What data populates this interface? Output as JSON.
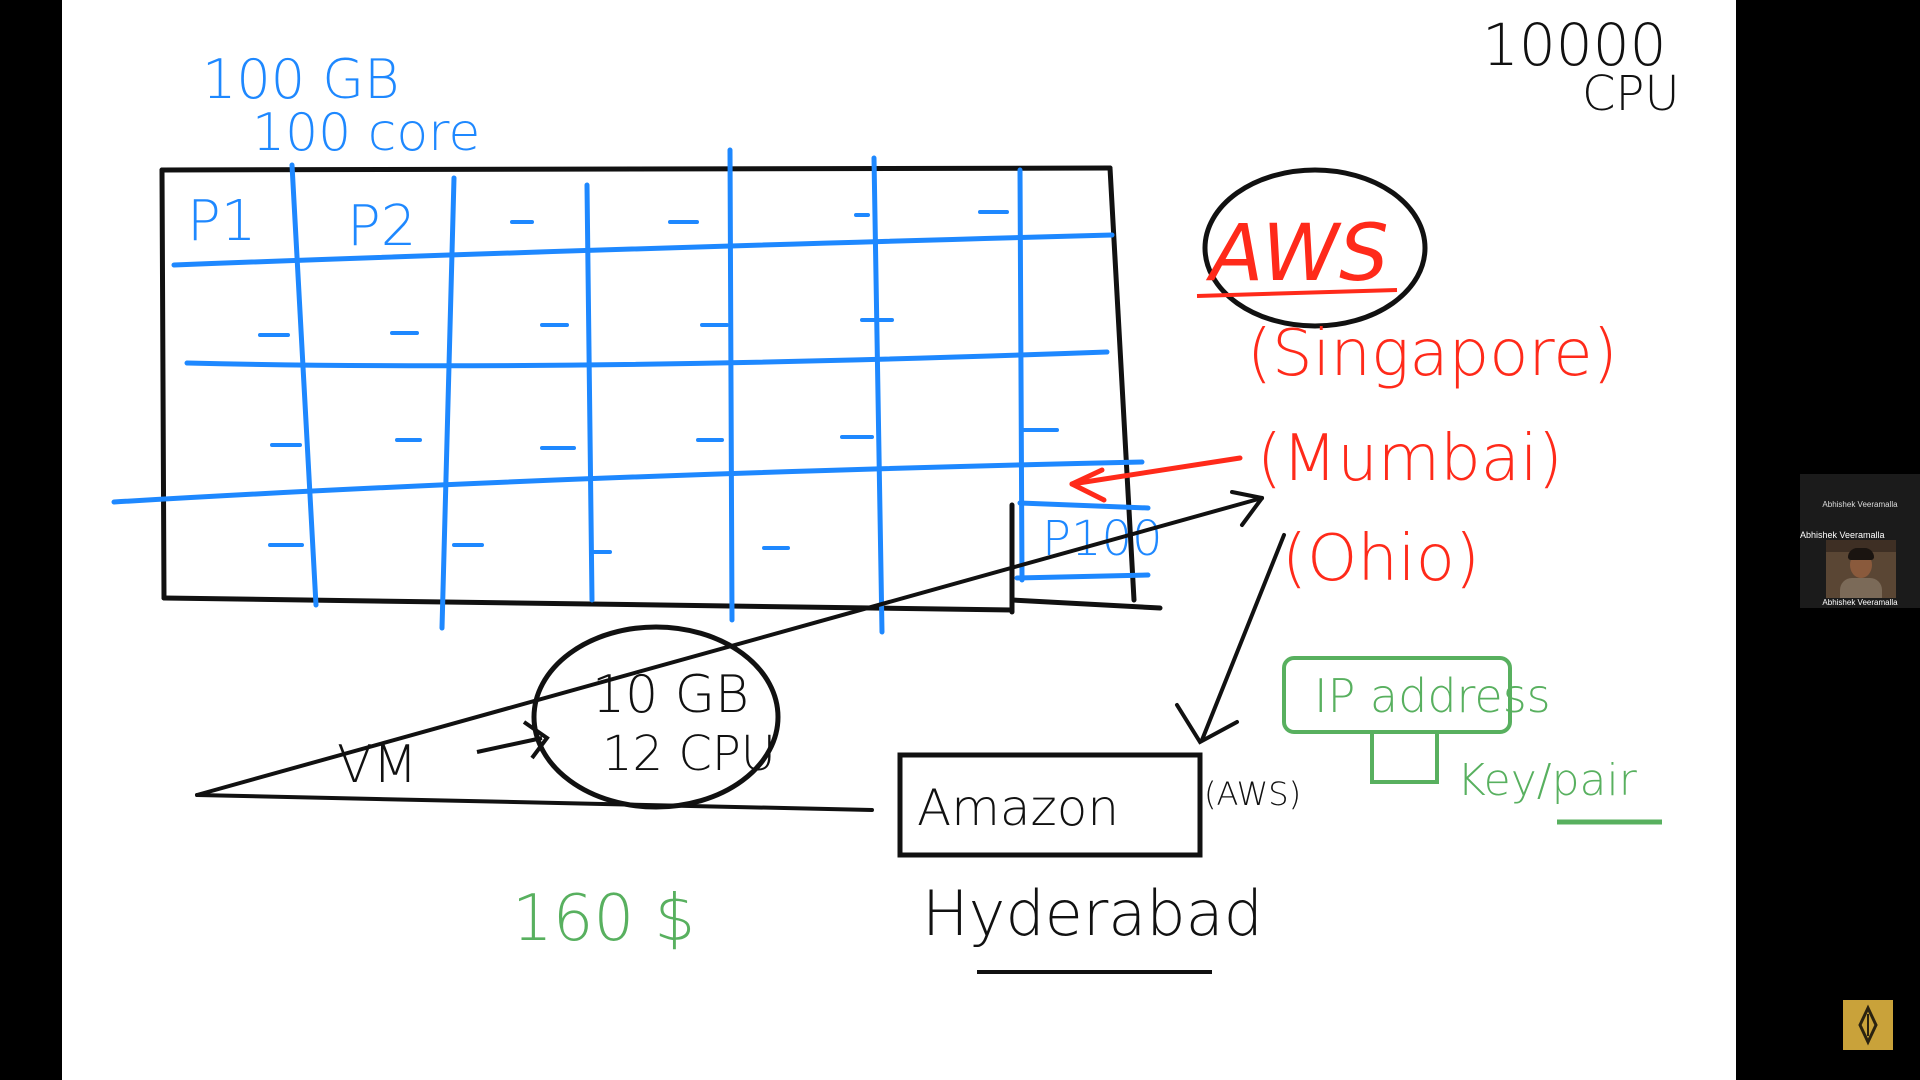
{
  "board": {
    "capacity": [
      "100 GB",
      "100 core"
    ],
    "top_right": [
      "10000",
      "CPU"
    ],
    "grid_header": [
      "P1",
      "P2",
      "-",
      "-",
      "-",
      "-",
      "."
    ],
    "grid_last_cell": "P100",
    "cloud": {
      "provider": "AWS",
      "regions": [
        "(Singapore)",
        "(Mumbai)",
        "(Ohio)"
      ]
    },
    "vm": {
      "label": "VM",
      "spec": [
        "10 GB",
        "12 CPU"
      ]
    },
    "price": "160 $",
    "customer": {
      "name": "Amazon",
      "qualifier": "(AWS)",
      "location": "Hyderabad"
    },
    "ip": {
      "label": "IP address",
      "key": "Key/pair"
    }
  },
  "participant": {
    "name_top": "Abhishek Veeramalla",
    "name_mid": "Abhishek Veeramalla",
    "name_bottom": "Abhishek Veeramalla"
  },
  "colors": {
    "blue_ink": "#1e88ff",
    "red_ink": "#ff2a1a",
    "green_ink": "#58b05f",
    "black_ink": "#111111",
    "logo_gold": "#c9a23a"
  },
  "icons": {
    "app_logo": "compass-diamond-icon"
  }
}
